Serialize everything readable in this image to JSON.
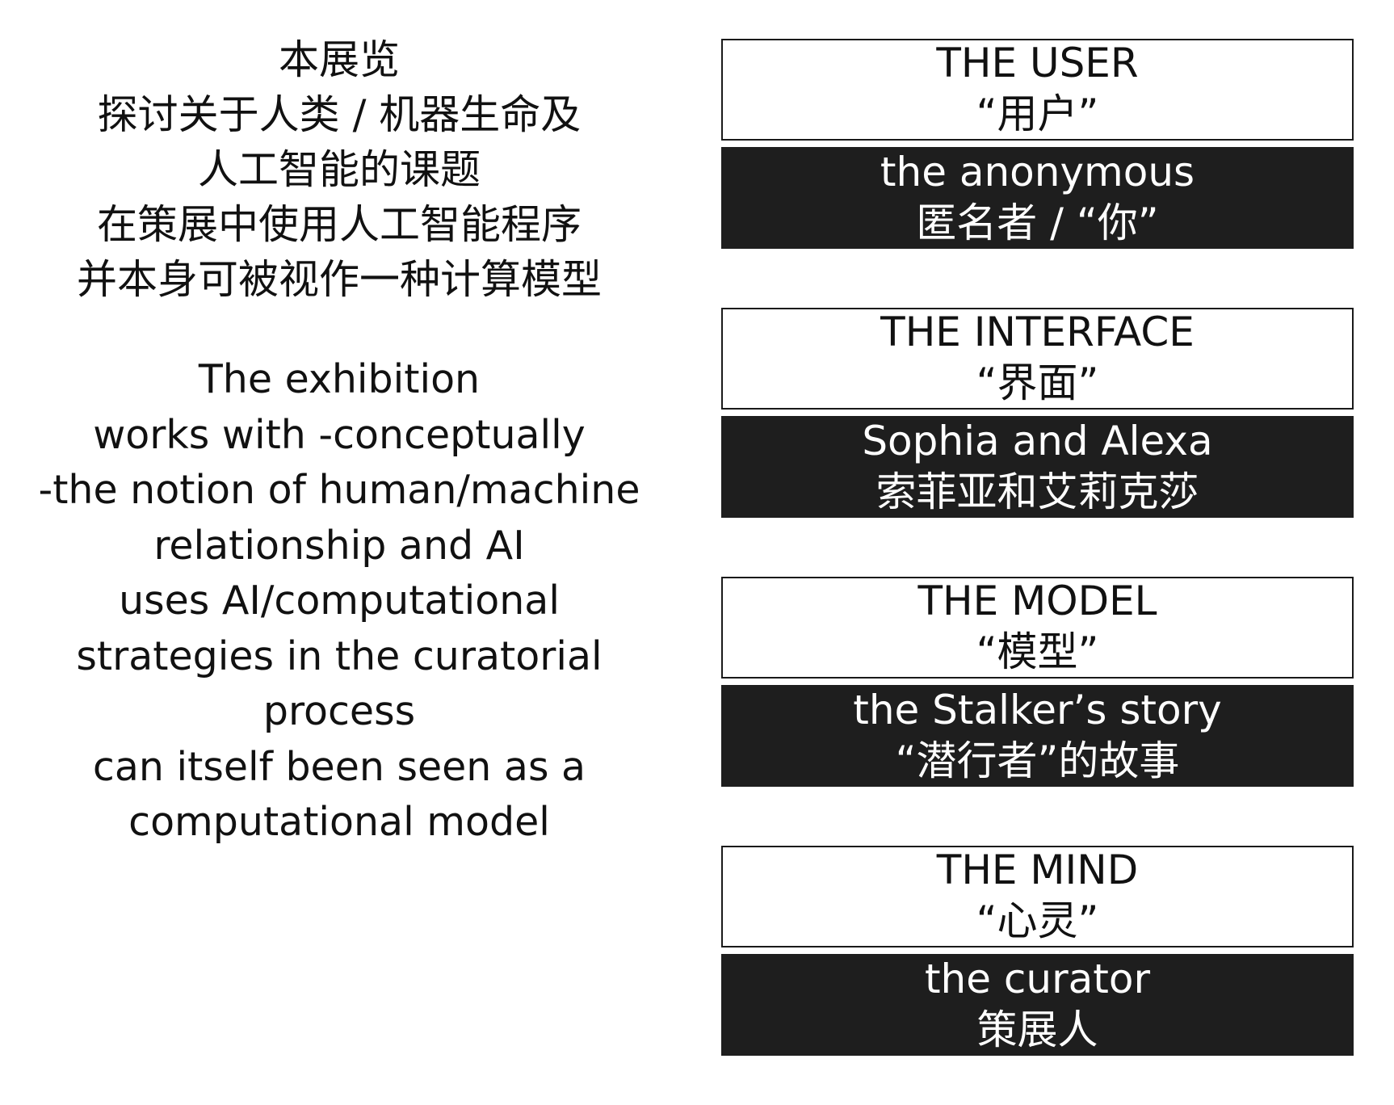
{
  "intro": {
    "zh_lines": [
      "本展览",
      "探讨关于人类 / 机器生命及",
      "人工智能的课题",
      "在策展中使用人工智能程序",
      "并本身可被视作一种计算模型"
    ],
    "en_lines": [
      "The exhibition",
      "works with -conceptually",
      "-the notion of human/machine",
      "relationship and AI",
      "uses AI/computational",
      "strategies in the curatorial",
      "process",
      "can itself been seen as a",
      "computational model"
    ]
  },
  "sections": [
    {
      "title_en": "THE USER",
      "title_zh": "“用户”",
      "detail_en": "the anonymous",
      "detail_zh": "匿名者 / “你”"
    },
    {
      "title_en": "THE INTERFACE",
      "title_zh": "“界面”",
      "detail_en": "Sophia and Alexa",
      "detail_zh": "索菲亚和艾莉克莎"
    },
    {
      "title_en": "THE MODEL",
      "title_zh": "“模型”",
      "detail_en": "the Stalker’s story",
      "detail_zh": "“潜行者”的故事"
    },
    {
      "title_en": "THE MIND",
      "title_zh": "“心灵”",
      "detail_en": "the curator",
      "detail_zh": "策展人"
    }
  ],
  "colors": {
    "background": "#ffffff",
    "text": "#111111",
    "dark_box": "#1e1e1e",
    "dark_box_text": "#ffffff",
    "border": "#1a1a1a"
  }
}
